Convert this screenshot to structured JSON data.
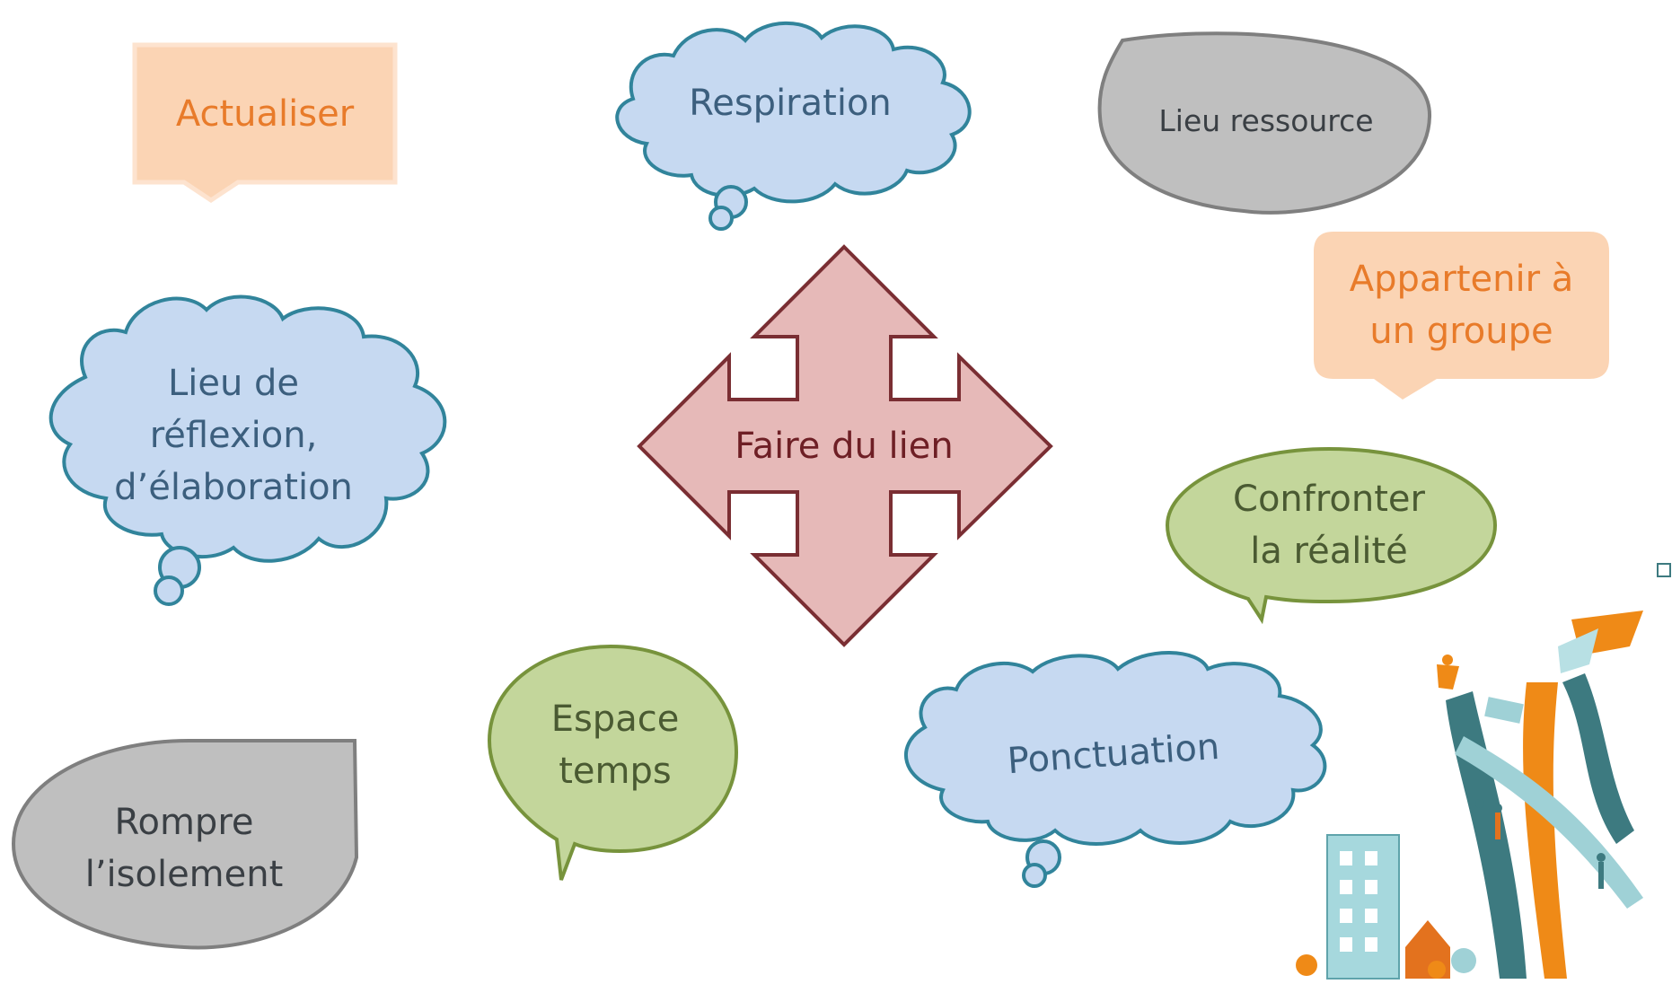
{
  "colors": {
    "cloud_fill": "#c6d9f1",
    "cloud_stroke": "#31849b",
    "orange_fill": "#fbd4b4",
    "orange_text": "#e87b2a",
    "gray_fill": "#bfbfbf",
    "gray_stroke": "#7f7f7f",
    "green_fill": "#c3d69b",
    "green_stroke": "#77933c",
    "arrow_fill": "#e6b9b8",
    "arrow_stroke": "#7a2e33"
  },
  "center": {
    "label": "Faire du lien"
  },
  "bubbles": {
    "actualiser": "Actualiser",
    "respiration": "Respiration",
    "lieu_ressource": "Lieu ressource",
    "appartenir": "Appartenir à\nun groupe",
    "lieu_reflexion": "Lieu de\nréflexion,\nd’élaboration",
    "confronter": "Confronter\nla réalité",
    "ponctuation": "Ponctuation",
    "espace_temps": "Espace\ntemps",
    "rompre": "Rompre\nl’isolement"
  }
}
